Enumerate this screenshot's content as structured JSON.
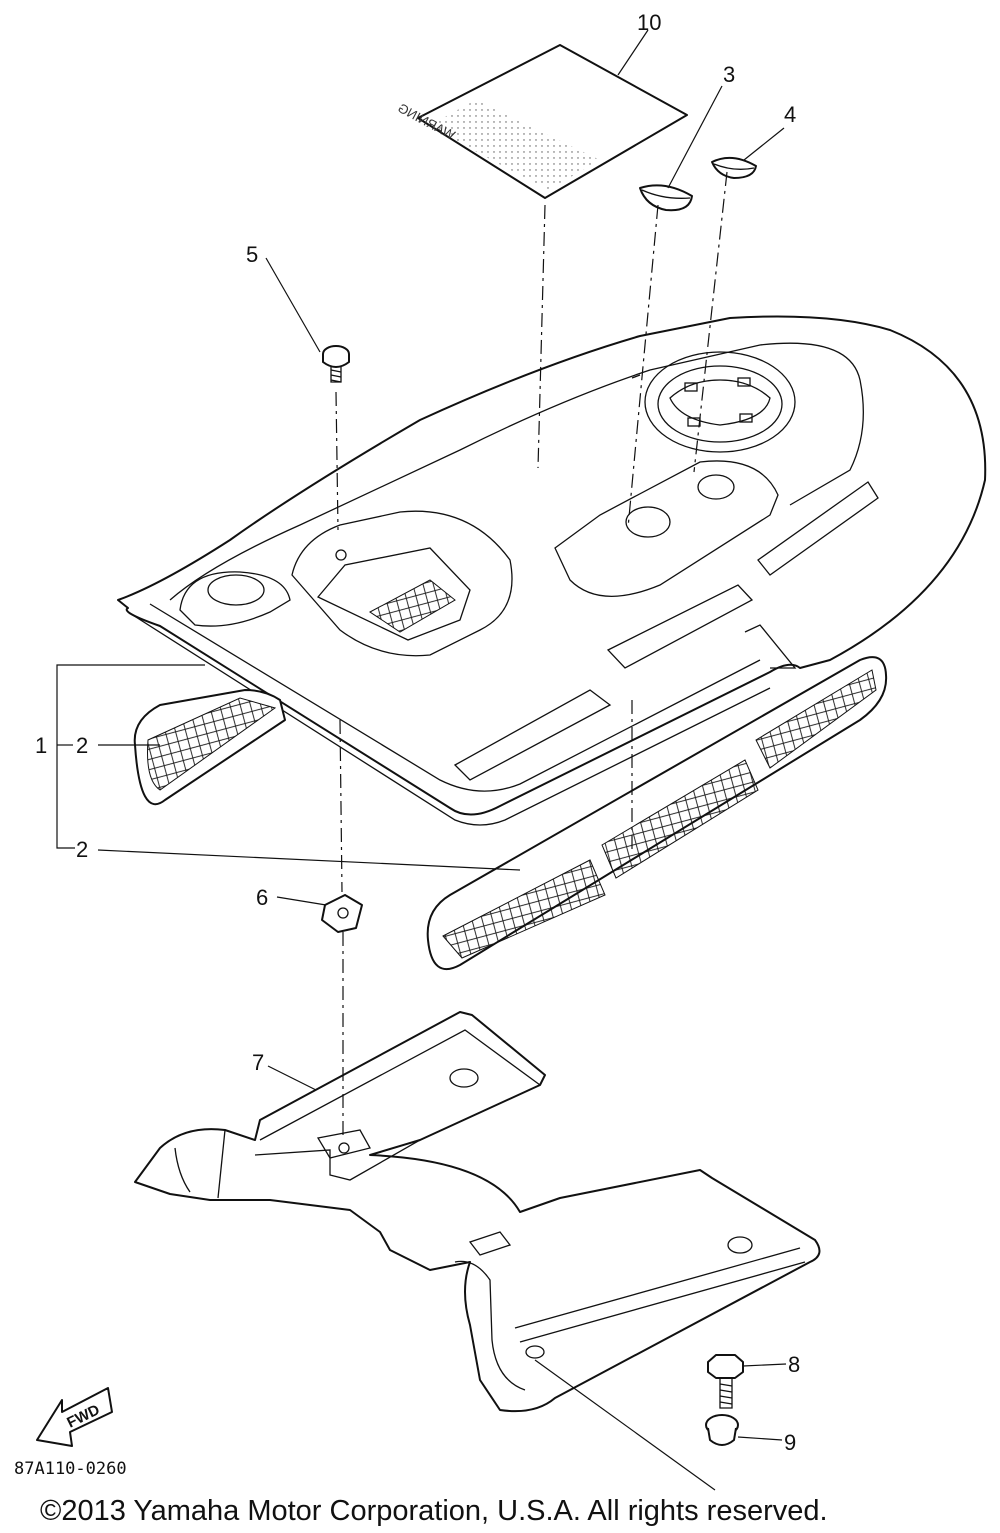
{
  "callouts": {
    "c1": "1",
    "c2a": "2",
    "c2b": "2",
    "c3": "3",
    "c4": "4",
    "c5": "5",
    "c6": "6",
    "c7": "7",
    "c8": "8",
    "c9": "9",
    "c10": "10"
  },
  "decal_text": "WARNING",
  "arrow_label": "FWD",
  "diagram_code": "87A110-0260",
  "copyright": "©2013 Yamaha Motor Corporation, U.S.A. All rights reserved."
}
